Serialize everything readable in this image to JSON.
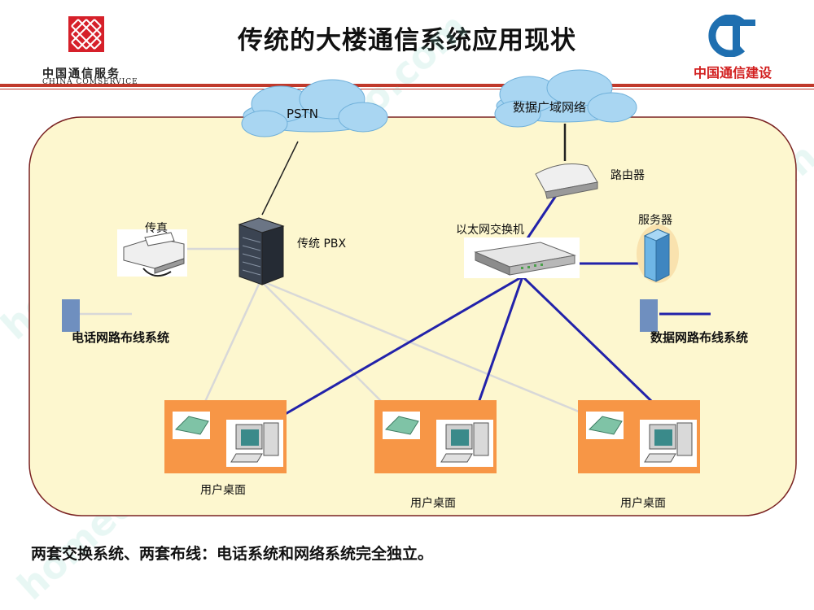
{
  "header": {
    "title": "传统的大楼通信系统应用现状",
    "left_brand_cn": "中国通信服务",
    "left_brand_en": "CHINA COMSERVICE",
    "right_brand_cn": "中国通信建设"
  },
  "colors": {
    "header_rule": "#c0392b",
    "panel_fill": "#fdf7cf",
    "panel_border": "#7a2222",
    "desk_fill": "#f79646",
    "network_link": "#2222aa",
    "phone_link": "#d8d8d8",
    "cloud_fill": "#a9d6f2"
  },
  "diagram": {
    "cloud_pstn": "PSTN",
    "cloud_wan": "数据广域网络",
    "router": "路由器",
    "pbx": "传统 PBX",
    "switch": "以太网交换机",
    "server": "服务器",
    "fax": "传真",
    "phone_cabling": "电话网路布线系统",
    "data_cabling": "数据网路布线系统",
    "desk_1": "用户桌面",
    "desk_2": "用户桌面",
    "desk_3": "用户桌面"
  },
  "watermark": "homedo.com 河姆渡",
  "footer": {
    "summary": "两套交换系统、两套布线：电话系统和网络系统完全独立。"
  }
}
